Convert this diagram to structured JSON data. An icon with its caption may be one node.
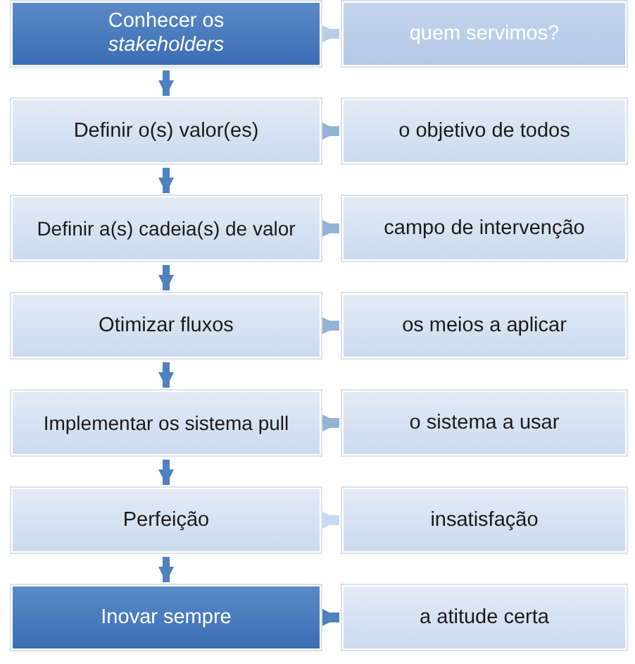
{
  "diagram": {
    "nodes": [
      {
        "text": [
          "Conhecer os *stakeholders*"
        ]
      },
      {
        "text": [
          "quem servimos?"
        ]
      },
      {
        "text": [
          "Definir o(s) valor(es)"
        ]
      },
      {
        "text": [
          "o objetivo de todos"
        ]
      },
      {
        "text": [
          "Definir a(s) cadeia(s) de valor"
        ]
      },
      {
        "text": [
          "campo de intervenção"
        ]
      },
      {
        "text": [
          "Otimizar fluxos"
        ]
      },
      {
        "text": [
          "os meios a aplicar"
        ]
      },
      {
        "text": [
          "Implementar os sistema pull"
        ]
      },
      {
        "text": [
          "o sistema a usar"
        ]
      },
      {
        "text": [
          "Perfeição"
        ]
      },
      {
        "text": [
          "insatisfação"
        ]
      },
      {
        "text": [
          "Inovar sempre"
        ]
      },
      {
        "text": [
          "a atitude certa"
        ]
      }
    ],
    "edges": [
      {
        "from": 0,
        "to": 1,
        "arrow": "to",
        "color": "#b9cde5"
      },
      {
        "from": 2,
        "to": 3,
        "arrow": "to",
        "color": "#95b3d7"
      },
      {
        "from": 4,
        "to": 5,
        "arrow": "to",
        "color": "#95b3d7"
      },
      {
        "from": 6,
        "to": 7,
        "arrow": "to",
        "color": "#95b3d7"
      },
      {
        "from": 8,
        "to": 9,
        "arrow": "to",
        "color": "#95b3d7"
      },
      {
        "from": 10,
        "to": 11,
        "arrow": "to",
        "color": "#c6d9f0"
      },
      {
        "from": 12,
        "to": 13,
        "arrow": "to"
      },
      {
        "from": 0,
        "to": 2,
        "arrow": "to"
      },
      {
        "from": 2,
        "to": 4,
        "arrow": "to"
      },
      {
        "from": 4,
        "to": 6,
        "arrow": "to"
      },
      {
        "from": 6,
        "to": 8,
        "arrow": "to"
      },
      {
        "from": 8,
        "to": 10,
        "arrow": "to"
      },
      {
        "from": 10,
        "to": 12,
        "arrow": "to"
      }
    ]
  }
}
